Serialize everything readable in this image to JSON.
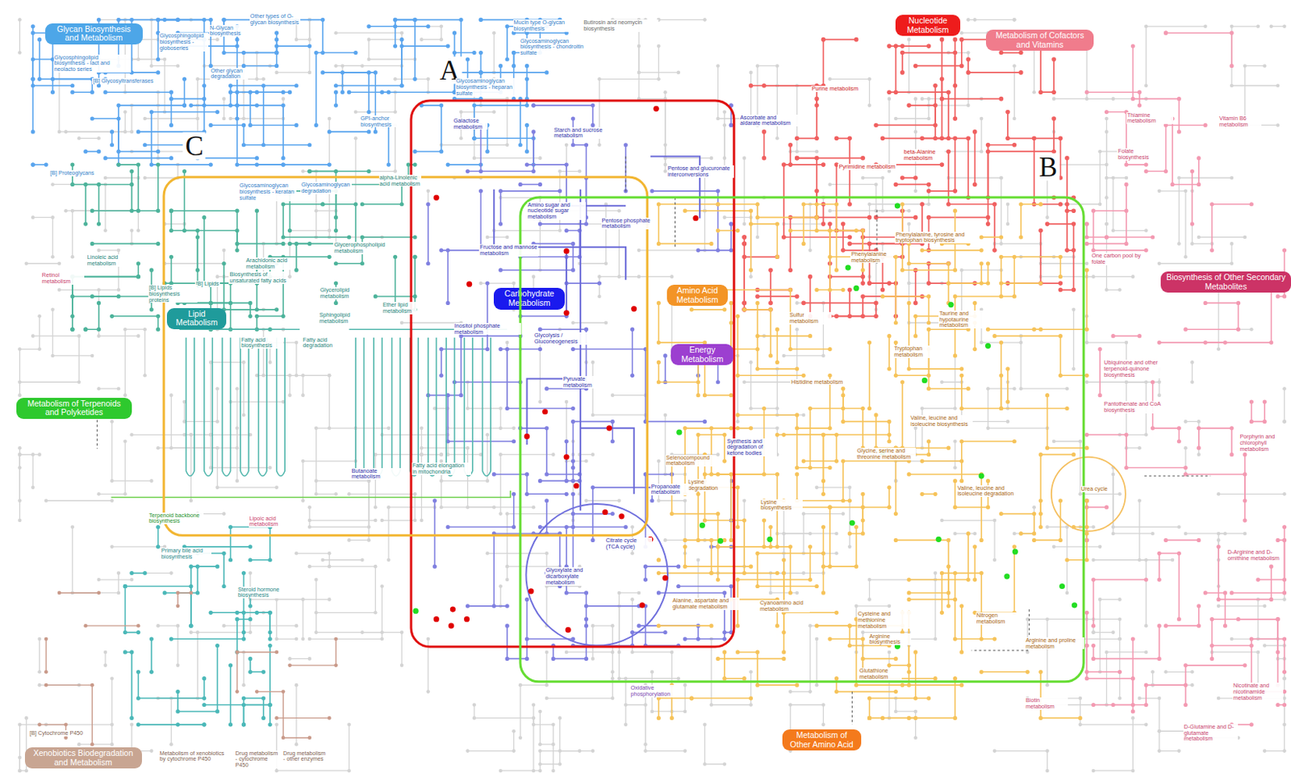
{
  "diagram": {
    "nodes": [
      {
        "text": [
          "Glycan Biosynthesis and Metabolism"
        ]
      },
      {
        "text": [
          "Nucleotide Metabolism"
        ]
      },
      {
        "text": [
          "Metabolism of Cofactors and Vitamins"
        ]
      },
      {
        "text": [
          "A"
        ]
      },
      {
        "text": [
          "C"
        ]
      },
      {
        "text": [
          "B"
        ]
      },
      {
        "text": [
          "Biosynthesis of Other Secondary Metabolites"
        ]
      },
      {
        "text": [
          "Amino Acid Metabolism"
        ],
        "in": 5
      },
      {
        "text": [
          "Carbohydrate Metabolism"
        ],
        "in": 3
      },
      {
        "text": [
          "Lipid Metabolism"
        ],
        "in": 4
      },
      {
        "text": [
          "Energy Metabolism"
        ],
        "in": 5
      },
      {
        "text": [
          "Metabolism of Terpenoids and Polyketides"
        ]
      },
      {
        "text": [
          "Metabolism of Other Amino Acid"
        ]
      },
      {
        "text": [
          "Xenobiotics Biodegradation and Metabolism"
        ]
      }
    ],
    "labels": [
      "Other types of O-glycan biosynthesis",
      "N-Glycan biosynthesis",
      "Mucin type O-glycan biosynthesis",
      "Butirosin and neomycin biosynthesis",
      "Glycosphingolipid biosynthesis - globoseries",
      "Glycosaminoglycan biosynthesis - chondroitin sulfate",
      "Glycosphingolipid biosynthesis - lact and neolacto series",
      "Other glycan degradation",
      "[B] Glycosyltransferases",
      "Glycosaminoglycan biosynthesis - heparan sulfate",
      "Purine metabolism",
      "Thiamine metabolism",
      "GPI-anchor biosynthesis",
      "Galactose metabolism",
      "Ascorbate and aldarate metabolism",
      "Starch and sucrose metabolism",
      "Vitamin B6 metabolism",
      "Folate biosynthesis",
      "beta-Alanine metabolism",
      "Pyrimidine metabolism",
      "Pentose and glucuronate interconversions",
      "[B] Proteoglycans",
      "alpha-Linolenic acid metabolism",
      "Glycosaminoglycan biosynthesis - keratan sulfate",
      "Glycosaminoglycan degradation",
      "Amino sugar and nucleotide sugar metabolism",
      "Pentose phosphate metabolism",
      "Phenylalanine, tyrosine and tryptophan biosynthesis",
      "Fructose and mannose metabolism",
      "Glycerophospholipid metabolism",
      "Phenylalanine metabolism",
      "Linoleic acid metabolism",
      "One carbon pool by folate",
      "Arachidonic acid metabolism",
      "Retinol metabolism",
      "Biosynthesis of unsaturated fatty acids",
      "[B] Lipids",
      "Glycerolipid metabolism",
      "[B] Lipids biosynthesis proteins",
      "Taurine and hypotaurine metabolism",
      "Sulfur metabolism",
      "Ether lipid metabolism",
      "Sphingolipid metabolism",
      "Inositol phosphate metabolism",
      "Glycolysis / Gluconeogenesis",
      "Fatty acid biosynthesis",
      "Fatty acid degradation",
      "Tryptophan metabolism",
      "Ubiquinone and other terpenoid-quinone biosynthesis",
      "Histidine metabolism",
      "Pyruvate metabolism",
      "Pantothenate and CoA biosynthesis",
      "Valine, leucine and isoleucine biosynthesis",
      "Porphyrin and chlorophyll metabolism",
      "Synthesis and degradation of ketone bodies",
      "Glycine, serine and threonine metabolism",
      "Selenocompound metabolism",
      "Butanoate metabolism",
      "Fatty acid elongation in mitochondria",
      "Lysine degradation",
      "Propanoate metabolism",
      "Valine, leucine and isoleucine degradation",
      "Urea cycle",
      "Lysine biosynthesis",
      "Terpenoid backbone biosynthesis",
      "Lipoic acid metabolism",
      "Citrate cycle (TCA cycle)",
      "D-Arginine and D-ornithine metabolism",
      "Primary bile acid biosynthesis",
      "Glyoxylate and dicarboxylate metabolism",
      "Steroid hormone biosynthesis",
      "Alanine, aspartate and glutamate metabolism",
      "Cyanoamino acid metabolism",
      "Cysteine and methionine metabolism",
      "Nitrogen metabolism",
      "Arginine biosynthesis",
      "Arginine and proline metabolism",
      "Glutathione metabolism",
      "Oxidative phosphorylation",
      "Nicotinate and nicotinamide metabolism",
      "Biotin metabolism",
      "D-Glutamine and D-glutamate metabolism",
      "[B] Cytochrome P450",
      "Metabolism of xenobiotics by cytochrome P450",
      "Drug metabolism - cytochrome P450",
      "Drug metabolism - other enzymes"
    ]
  }
}
